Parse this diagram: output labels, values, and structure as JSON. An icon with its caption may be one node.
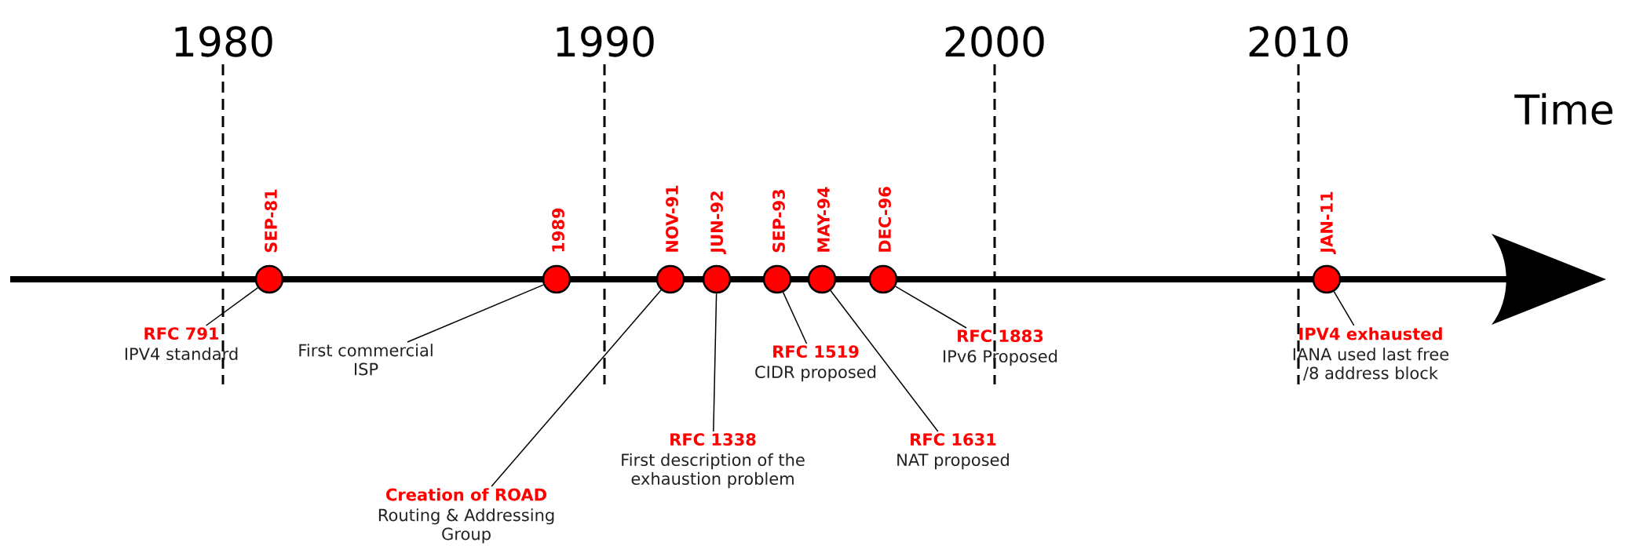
{
  "diagram": {
    "nodes": [
      {
        "text": [],
        "shape": "circle",
        "beside": [
          "SEP-81"
        ]
      },
      {
        "text": [],
        "shape": "circle",
        "beside": [
          "1989"
        ]
      },
      {
        "text": [],
        "shape": "circle",
        "beside": [
          "NOV-91"
        ]
      },
      {
        "text": [],
        "shape": "circle",
        "beside": [
          "JUN-92"
        ]
      },
      {
        "text": [],
        "shape": "circle",
        "beside": [
          "SEP-93"
        ]
      },
      {
        "text": [],
        "shape": "circle",
        "beside": [
          "MAY-94"
        ]
      },
      {
        "text": [],
        "shape": "circle",
        "beside": [
          "DEC-96"
        ]
      },
      {
        "text": [],
        "shape": "circle",
        "beside": [
          "JAN-11"
        ]
      },
      {
        "text": [
          "RFC 791",
          "IPV4 standard"
        ]
      },
      {
        "text": [
          "First commercial ISP"
        ]
      },
      {
        "text": [
          "Creation of ROAD",
          "Routing & Addressing Group"
        ]
      },
      {
        "text": [
          "RFC 1338",
          "First description of the exhaustion problem"
        ]
      },
      {
        "text": [
          "RFC 1519",
          "CIDR proposed"
        ]
      },
      {
        "text": [
          "RFC 1631",
          "NAT proposed"
        ]
      },
      {
        "text": [
          "RFC 1883",
          "IPv6 Proposed"
        ]
      },
      {
        "text": [
          "IPV4 exhausted",
          "IANA used last free /8 address block"
        ]
      }
    ],
    "edges": [
      {
        "from": 8,
        "to": 0,
        "arrow": "none"
      },
      {
        "from": 9,
        "to": 1,
        "arrow": "none"
      },
      {
        "from": 10,
        "to": 2,
        "arrow": "none"
      },
      {
        "from": 11,
        "to": 3,
        "arrow": "none"
      },
      {
        "from": 12,
        "to": 4,
        "arrow": "none"
      },
      {
        "from": 13,
        "to": 5,
        "arrow": "none"
      },
      {
        "from": 14,
        "to": 6,
        "arrow": "none"
      },
      {
        "from": 15,
        "to": 7,
        "arrow": "none"
      }
    ],
    "labels": [
      "1980",
      "1990",
      "2000",
      "2010",
      "Time"
    ]
  }
}
